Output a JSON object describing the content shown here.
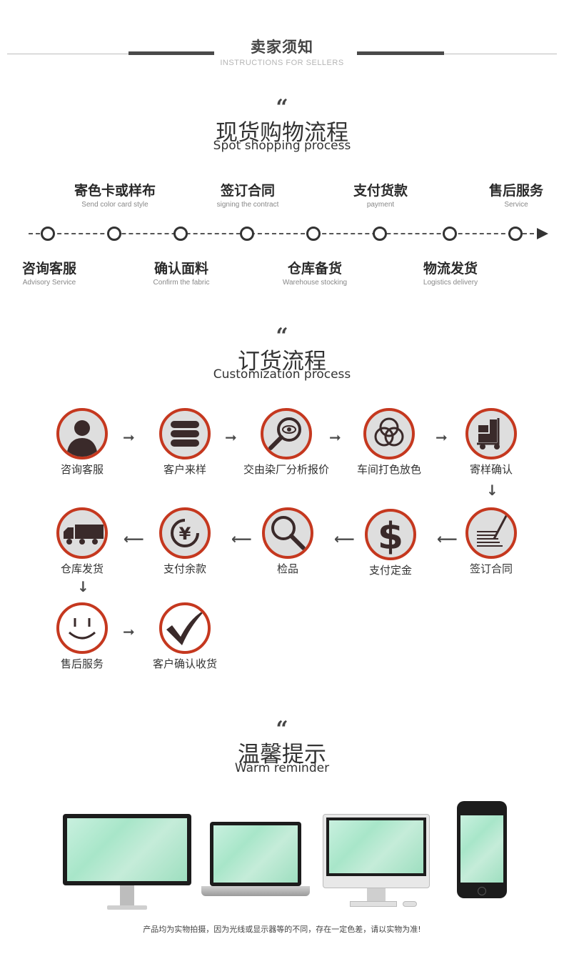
{
  "header": {
    "title": "卖家须知",
    "subtitle": "INSTRUCTIONS FOR SELLERS"
  },
  "quote_mark": "“",
  "spot": {
    "title": "现货购物流程",
    "subtitle": "Spot shopping process",
    "top_steps": [
      {
        "zh": "寄色卡或样布",
        "en": "Send color card style"
      },
      {
        "zh": "签订合同",
        "en": "signing the contract"
      },
      {
        "zh": "支付货款",
        "en": "payment"
      },
      {
        "zh": "售后服务",
        "en": "Service"
      }
    ],
    "bottom_steps": [
      {
        "zh": "咨询客服",
        "en": "Advisory Service"
      },
      {
        "zh": "确认面料",
        "en": "Confirm the fabric"
      },
      {
        "zh": "仓库备货",
        "en": "Warehouse stocking"
      },
      {
        "zh": "物流发货",
        "en": "Logistics delivery"
      }
    ]
  },
  "custom": {
    "title": "订货流程",
    "subtitle": "Customization process",
    "steps": [
      {
        "label": "咨询客服",
        "icon": "person-icon"
      },
      {
        "label": "客户来样",
        "icon": "fabric-stack-icon"
      },
      {
        "label": "交由染厂分析报价",
        "icon": "magnifier-eye-icon"
      },
      {
        "label": "车间打色放色",
        "icon": "color-circles-icon"
      },
      {
        "label": "寄样确认",
        "icon": "hand-truck-icon"
      },
      {
        "label": "签订合同",
        "icon": "contract-pen-icon"
      },
      {
        "label": "支付定金",
        "icon": "dollar-icon"
      },
      {
        "label": "检品",
        "icon": "magnifier-icon"
      },
      {
        "label": "支付余款",
        "icon": "yen-icon"
      },
      {
        "label": "仓库发货",
        "icon": "truck-icon"
      },
      {
        "label": "售后服务",
        "icon": "smiley-icon"
      },
      {
        "label": "客户确认收货",
        "icon": "checkmark-icon"
      }
    ]
  },
  "warm": {
    "title": "温馨提示",
    "subtitle": "Warm reminder",
    "note": "产品均为实物拍摄，因为光线或显示器等的不同，存在一定色差，请以实物为准!"
  },
  "colors": {
    "accent": "#c5381f",
    "icon_bg": "#dedede",
    "icon_fg": "#3a2a2a"
  }
}
